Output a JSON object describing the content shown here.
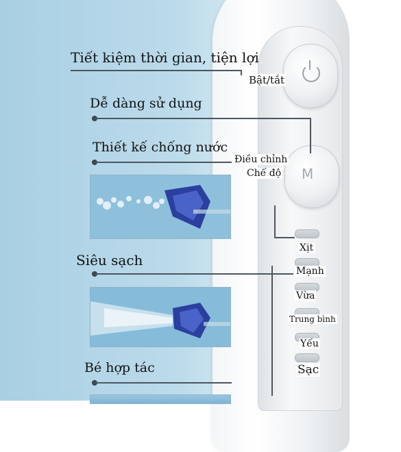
{
  "features": {
    "time_saving": "Tiết kiệm thời gian, tiện lợi",
    "easy_use": "Dễ dàng sử dụng",
    "waterproof": "Thiết kế chống nước",
    "super_clean": "Siêu sạch",
    "baby_friendly": "Bé hợp tác"
  },
  "controls": {
    "power_label": "Bật/tắt",
    "mode_label_line1": "Điều chỉnh",
    "mode_label_line2": "Chế độ"
  },
  "modes": {
    "spray": "Xịt",
    "strong": "Mạnh",
    "medium": "Vừa",
    "average": "Trung bình",
    "weak": "Yếu",
    "charge": "Sạc"
  },
  "colors": {
    "background_blue": "#a9cfe4",
    "nozzle_blue": "#2a3f9e",
    "line_color": "#4a5560"
  },
  "icons": {
    "power": "power-icon",
    "mode": "m-letter-icon"
  }
}
